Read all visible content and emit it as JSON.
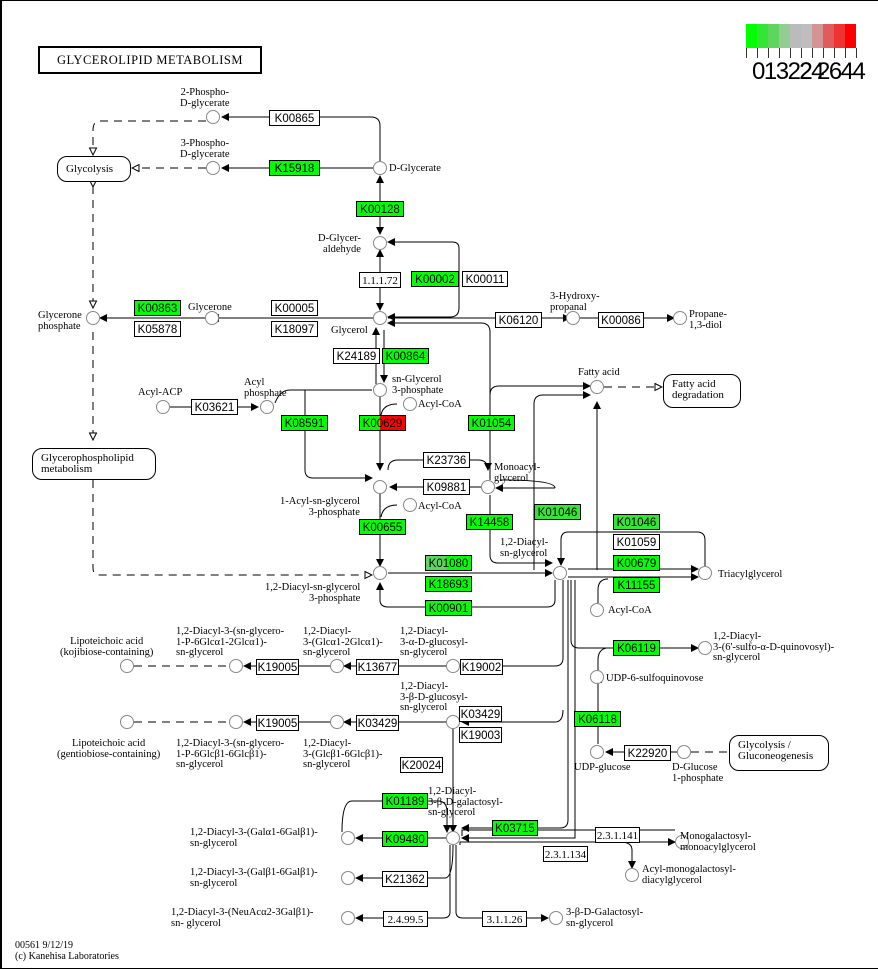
{
  "title": "GLYCEROLIPID METABOLISM",
  "legend": {
    "colors": [
      "#00ff00",
      "#33e633",
      "#5cd65c",
      "#94cc94",
      "#bbbbbb",
      "#bebebe",
      "#d49494",
      "#e05c5c",
      "#ee3333",
      "#ff0000"
    ],
    "labels_text": "013224|2644",
    "labels": [
      "0",
      "13",
      "22",
      "24",
      "26",
      "44"
    ]
  },
  "footer": {
    "map_id_date": "00561 9/12/19",
    "copyright": "(c) Kanehisa Laboratories"
  },
  "colors": {
    "found": "#00ff00",
    "high": "#ff0000",
    "partial_light": "#5cd65c"
  },
  "maps": [
    {
      "id": "glycolysis",
      "label": "Glycolysis"
    },
    {
      "id": "glycerophospholipid",
      "label": "Glycerophospholipid\nmetabolism"
    },
    {
      "id": "fatty-acid-degradation",
      "label": "Fatty acid\ndegradation"
    },
    {
      "id": "glycolysis-gluconeogenesis",
      "label": "Glycolysis /\nGluconeogenesis"
    }
  ],
  "compounds": [
    {
      "id": "2pg",
      "label": "2-Phospho-\nD-glycerate"
    },
    {
      "id": "3pg",
      "label": "3-Phospho-\nD-glycerate"
    },
    {
      "id": "dglycerate",
      "label": "D-Glycerate"
    },
    {
      "id": "dglyceraldehyde",
      "label": "D-Glycer-\naldehyde"
    },
    {
      "id": "glycerol",
      "label": "Glycerol"
    },
    {
      "id": "glycerone",
      "label": "Glycerone"
    },
    {
      "id": "glyceronep",
      "label": "Glycerone\nphosphate"
    },
    {
      "id": "hydroxypropanal",
      "label": "3-Hydroxy-\npropanal"
    },
    {
      "id": "propanediol",
      "label": "Propane-\n1,3-diol"
    },
    {
      "id": "acylacp",
      "label": "Acyl-ACP"
    },
    {
      "id": "acylp",
      "label": "Acyl\nphosphate"
    },
    {
      "id": "g3p",
      "label": "sn-Glycerol\n3-phosphate"
    },
    {
      "id": "acylcoa1",
      "label": "Acyl-CoA"
    },
    {
      "id": "fattyacid",
      "label": "Fatty acid"
    },
    {
      "id": "lpa",
      "label": "1-Acyl-sn-glycerol\n3-phosphate"
    },
    {
      "id": "mag",
      "label": "Monoacyl-\nglycerol"
    },
    {
      "id": "acylcoa2",
      "label": "Acyl-CoA"
    },
    {
      "id": "pa",
      "label": "1,2-Diacyl-sn-glycerol\n3-phosphate"
    },
    {
      "id": "dag",
      "label": "1,2-Diacyl-\nsn-glycerol"
    },
    {
      "id": "tag",
      "label": "Triacylglycerol"
    },
    {
      "id": "acylcoa3",
      "label": "Acyl-CoA"
    },
    {
      "id": "sqdg",
      "label": "1,2-Diacyl-\n3-(6'-sulfo-α-D-quinovosyl)-\nsn-glycerol"
    },
    {
      "id": "udpsq",
      "label": "UDP-6-sulfoquinovose"
    },
    {
      "id": "udpglc",
      "label": "UDP-glucose"
    },
    {
      "id": "glc1p",
      "label": "D-Glucose\n1-phosphate"
    },
    {
      "id": "lta-koji",
      "label": "Lipoteichoic acid\n(kojibiose-containing)"
    },
    {
      "id": "dg-glyc-p-a",
      "label": "1,2-Diacyl-3-(sn-glycero-\n1-P-6Glcα1-2Glcα1)-\nsn-glycerol"
    },
    {
      "id": "dg-glcglc-a",
      "label": "1,2-Diacyl-\n3-(Glcα1-2Glcα1)-\nsn-glycerol"
    },
    {
      "id": "dg-aglc",
      "label": "1,2-Diacyl-\n3-α-D-glucosyl-\nsn-glycerol"
    },
    {
      "id": "lta-gent",
      "label": "Lipoteichoic acid\n(gentiobiose-containing)"
    },
    {
      "id": "dg-glyc-p-b",
      "label": "1,2-Diacyl-3-(sn-glycero-\n1-P-6Glcβ1-6Glcβ1)-\nsn-glycerol"
    },
    {
      "id": "dg-glcglc-b",
      "label": "1,2-Diacyl-\n3-(Glcβ1-6Glcβ1)-\nsn-glycerol"
    },
    {
      "id": "dg-bglc",
      "label": "1,2-Diacyl-\n3-β-D-glucosyl-\nsn-glycerol"
    },
    {
      "id": "mgdg",
      "label": "1,2-Diacyl-\n3-β-D-galactosyl-\nsn-glycerol"
    },
    {
      "id": "dg-galgal-a",
      "label": "1,2-Diacyl-3-(Galα1-6Galβ1)-\nsn-glycerol"
    },
    {
      "id": "dg-galgal-b",
      "label": "1,2-Diacyl-3-(Galβ1-6Galβ1)-\nsn-glycerol"
    },
    {
      "id": "dg-neuac",
      "label": "1,2-Diacyl-3-(NeuAcα2-3Galβ1)-\nsn- glycerol"
    },
    {
      "id": "mgmg",
      "label": "Monogalactosyl-\nmonoacylglycerol"
    },
    {
      "id": "amgdg",
      "label": "Acyl-monogalactosyl-\ndiacylglycerol"
    },
    {
      "id": "galglycerol",
      "label": "3-β-D-Galactosyl-\nsn-glycerol"
    }
  ],
  "orthologs": [
    {
      "id": "K00865",
      "status": "none"
    },
    {
      "id": "K15918",
      "status": "found"
    },
    {
      "id": "K00128",
      "status": "found"
    },
    {
      "id": "1.1.1.72",
      "status": "none"
    },
    {
      "id": "K00002",
      "status": "found"
    },
    {
      "id": "K00011",
      "status": "none"
    },
    {
      "id": "K00863",
      "status": "found"
    },
    {
      "id": "K05878",
      "status": "none"
    },
    {
      "id": "K00005",
      "status": "none"
    },
    {
      "id": "K18097",
      "status": "none"
    },
    {
      "id": "K06120",
      "status": "none"
    },
    {
      "id": "K00086",
      "status": "none"
    },
    {
      "id": "K24189",
      "status": "none"
    },
    {
      "id": "K00864",
      "status": "found"
    },
    {
      "id": "K03621",
      "status": "none"
    },
    {
      "id": "K08591",
      "status": "found"
    },
    {
      "id": "K00629",
      "status": "mixed"
    },
    {
      "id": "K01054",
      "status": "found"
    },
    {
      "id": "K23736",
      "status": "none"
    },
    {
      "id": "K09881",
      "status": "none"
    },
    {
      "id": "K00655",
      "status": "found"
    },
    {
      "id": "K14458",
      "status": "found"
    },
    {
      "id": "K01046",
      "status": "found"
    },
    {
      "id": "K01046",
      "status": "found"
    },
    {
      "id": "K01059",
      "status": "none"
    },
    {
      "id": "K00679",
      "status": "found"
    },
    {
      "id": "K11155",
      "status": "found"
    },
    {
      "id": "K01080",
      "status": "mixed"
    },
    {
      "id": "K18693",
      "status": "found"
    },
    {
      "id": "K00901",
      "status": "found"
    },
    {
      "id": "K06119",
      "status": "found"
    },
    {
      "id": "K06118",
      "status": "found"
    },
    {
      "id": "K22920",
      "status": "none"
    },
    {
      "id": "K19005",
      "status": "none"
    },
    {
      "id": "K13677",
      "status": "none"
    },
    {
      "id": "K19002",
      "status": "none"
    },
    {
      "id": "K19005",
      "status": "none"
    },
    {
      "id": "K03429",
      "status": "none"
    },
    {
      "id": "K03429",
      "status": "none"
    },
    {
      "id": "K19003",
      "status": "none"
    },
    {
      "id": "K20024",
      "status": "none"
    },
    {
      "id": "K01189",
      "status": "found"
    },
    {
      "id": "K09480",
      "status": "found"
    },
    {
      "id": "K03715",
      "status": "found"
    },
    {
      "id": "K21362",
      "status": "none"
    },
    {
      "id": "2.3.1.141",
      "status": "none"
    },
    {
      "id": "2.3.1.134",
      "status": "none"
    },
    {
      "id": "2.4.99.5",
      "status": "none"
    },
    {
      "id": "3.1.1.26",
      "status": "none"
    }
  ]
}
